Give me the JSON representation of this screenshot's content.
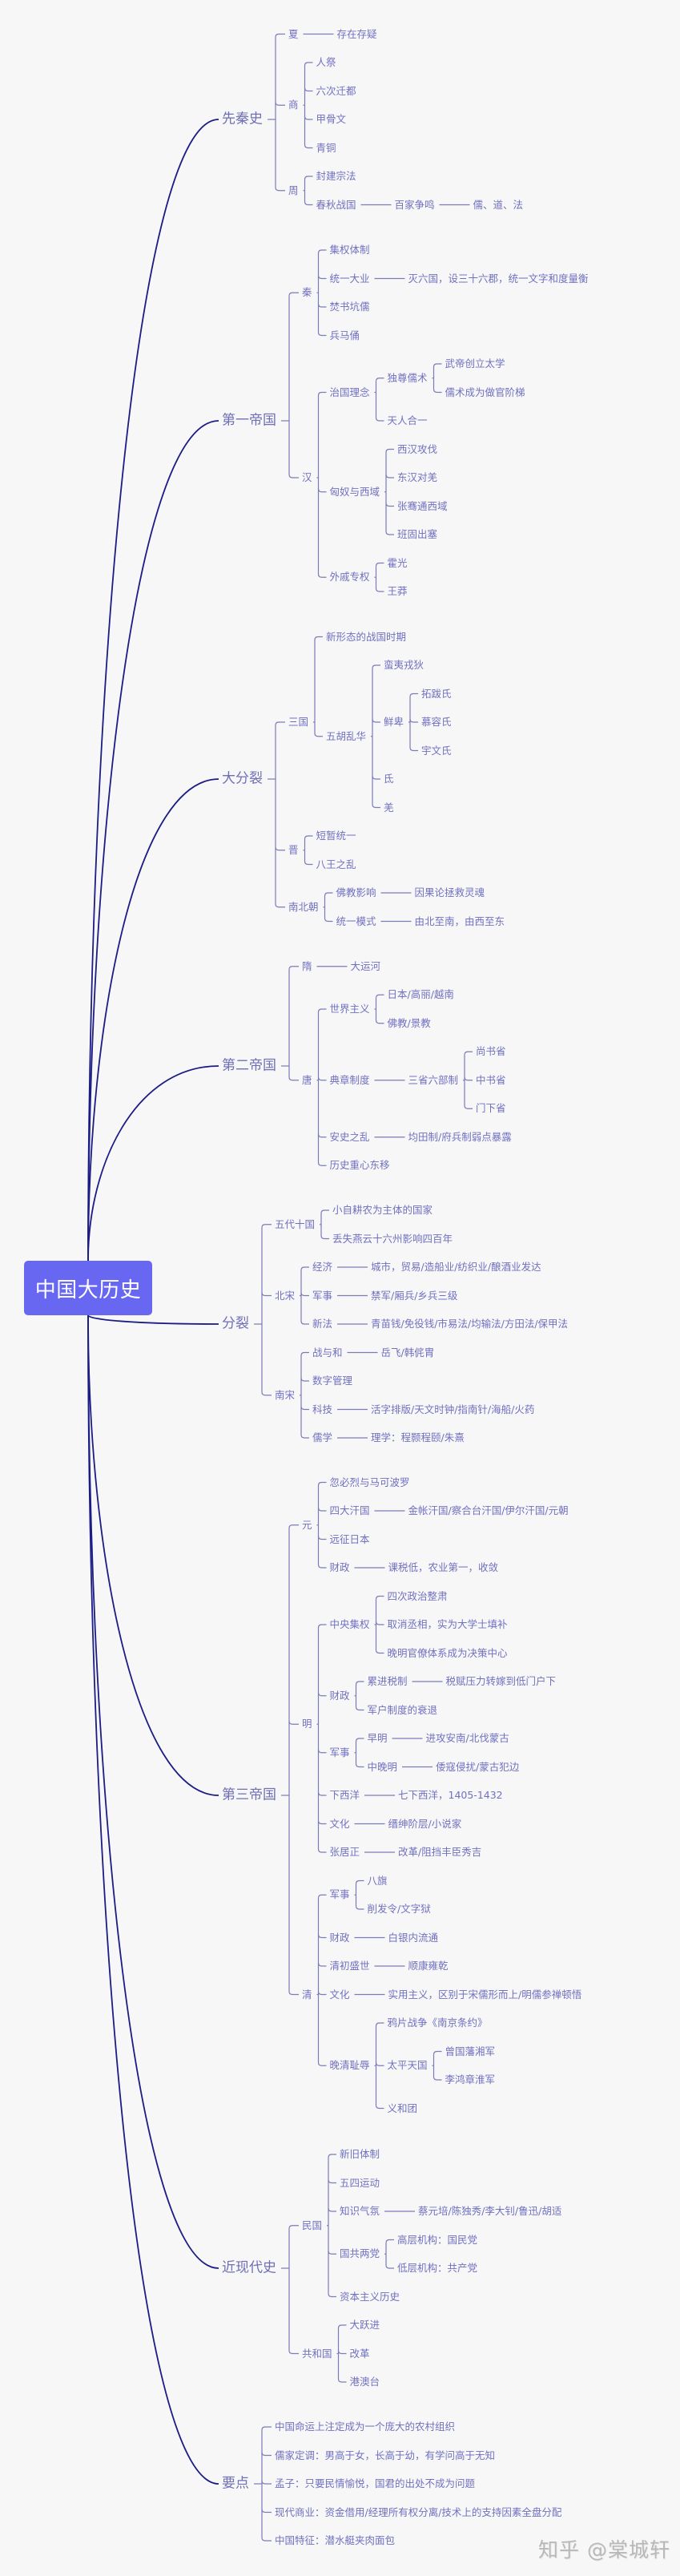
{
  "title": "中国大历史",
  "watermark": "知乎 @棠城轩",
  "colors": {
    "root_bg": "#6767f2",
    "main_line": "#1c1c85",
    "branch_line": "#7b7bb8",
    "text": "#7070c0",
    "background": "#f7f7f8"
  },
  "branches": [
    {
      "label": "先秦史",
      "children": [
        {
          "label": "夏",
          "children": [
            {
              "label": "存在存疑"
            }
          ]
        },
        {
          "label": "商",
          "children": [
            {
              "label": "人祭"
            },
            {
              "label": "六次迁都"
            },
            {
              "label": "甲骨文"
            },
            {
              "label": "青铜"
            }
          ]
        },
        {
          "label": "周",
          "children": [
            {
              "label": "封建宗法"
            },
            {
              "label": "春秋战国",
              "children": [
                {
                  "label": "百家争鸣",
                  "children": [
                    {
                      "label": "儒、道、法"
                    }
                  ]
                }
              ]
            }
          ]
        }
      ]
    },
    {
      "label": "第一帝国",
      "children": [
        {
          "label": "秦",
          "children": [
            {
              "label": "集权体制"
            },
            {
              "label": "统一大业",
              "children": [
                {
                  "label": "灭六国，设三十六郡，统一文字和度量衡"
                }
              ]
            },
            {
              "label": "焚书坑儒"
            },
            {
              "label": "兵马俑"
            }
          ]
        },
        {
          "label": "汉",
          "children": [
            {
              "label": "治国理念",
              "children": [
                {
                  "label": "独尊儒术",
                  "children": [
                    {
                      "label": "武帝创立太学"
                    },
                    {
                      "label": "儒术成为做官阶梯"
                    }
                  ]
                },
                {
                  "label": "天人合一"
                }
              ]
            },
            {
              "label": "匈奴与西域",
              "children": [
                {
                  "label": "西汉攻伐"
                },
                {
                  "label": "东汉对羌"
                },
                {
                  "label": "张骞通西域"
                },
                {
                  "label": "班固出塞"
                }
              ]
            },
            {
              "label": "外戚专权",
              "children": [
                {
                  "label": "霍光"
                },
                {
                  "label": "王莽"
                }
              ]
            }
          ]
        }
      ]
    },
    {
      "label": "大分裂",
      "children": [
        {
          "label": "三国",
          "children": [
            {
              "label": "新形态的战国时期"
            },
            {
              "label": "五胡乱华",
              "children": [
                {
                  "label": "蛮夷戎狄"
                },
                {
                  "label": "鲜卑",
                  "children": [
                    {
                      "label": "拓跋氏"
                    },
                    {
                      "label": "慕容氏"
                    },
                    {
                      "label": "宇文氏"
                    }
                  ]
                },
                {
                  "label": "氐"
                },
                {
                  "label": "羌"
                }
              ]
            }
          ]
        },
        {
          "label": "晋",
          "children": [
            {
              "label": "短暂统一"
            },
            {
              "label": "八王之乱"
            }
          ]
        },
        {
          "label": "南北朝",
          "children": [
            {
              "label": "佛教影响",
              "children": [
                {
                  "label": "因果论拯救灵魂"
                }
              ]
            },
            {
              "label": "统一模式",
              "children": [
                {
                  "label": "由北至南，由西至东"
                }
              ]
            }
          ]
        }
      ]
    },
    {
      "label": "第二帝国",
      "children": [
        {
          "label": "隋",
          "children": [
            {
              "label": "大运河"
            }
          ]
        },
        {
          "label": "唐",
          "children": [
            {
              "label": "世界主义",
              "children": [
                {
                  "label": "日本/高丽/越南"
                },
                {
                  "label": "佛教/景教"
                }
              ]
            },
            {
              "label": "典章制度",
              "children": [
                {
                  "label": "三省六部制",
                  "children": [
                    {
                      "label": "尚书省"
                    },
                    {
                      "label": "中书省"
                    },
                    {
                      "label": "门下省"
                    }
                  ]
                }
              ]
            },
            {
              "label": "安史之乱",
              "children": [
                {
                  "label": "均田制/府兵制弱点暴露"
                }
              ]
            },
            {
              "label": "历史重心东移"
            }
          ]
        }
      ]
    },
    {
      "label": "分裂",
      "children": [
        {
          "label": "五代十国",
          "children": [
            {
              "label": "小自耕农为主体的国家"
            },
            {
              "label": "丢失燕云十六州影响四百年"
            }
          ]
        },
        {
          "label": "北宋",
          "children": [
            {
              "label": "经济",
              "children": [
                {
                  "label": "城市，贸易/造船业/纺织业/酿酒业发达"
                }
              ]
            },
            {
              "label": "军事",
              "children": [
                {
                  "label": "禁军/厢兵/乡兵三级"
                }
              ]
            },
            {
              "label": "新法",
              "children": [
                {
                  "label": "青苗钱/免役钱/市易法/均输法/方田法/保甲法"
                }
              ]
            }
          ]
        },
        {
          "label": "南宋",
          "children": [
            {
              "label": "战与和",
              "children": [
                {
                  "label": "岳飞/韩侂胄"
                }
              ]
            },
            {
              "label": "数字管理"
            },
            {
              "label": "科技",
              "children": [
                {
                  "label": "活字排版/天文时钟/指南针/海船/火药"
                }
              ]
            },
            {
              "label": "儒学",
              "children": [
                {
                  "label": "理学：程颢程颐/朱熹"
                }
              ]
            }
          ]
        }
      ]
    },
    {
      "label": "第三帝国",
      "children": [
        {
          "label": "元",
          "children": [
            {
              "label": "忽必烈与马可波罗"
            },
            {
              "label": "四大汗国",
              "children": [
                {
                  "label": "金帐汗国/察合台汗国/伊尔汗国/元朝"
                }
              ]
            },
            {
              "label": "远征日本"
            },
            {
              "label": "财政",
              "children": [
                {
                  "label": "课税低，农业第一，收敛"
                }
              ]
            }
          ]
        },
        {
          "label": "明",
          "children": [
            {
              "label": "中央集权",
              "children": [
                {
                  "label": "四次政治整肃"
                },
                {
                  "label": "取消丞相，实为大学士填补"
                },
                {
                  "label": "晚明官僚体系成为决策中心"
                }
              ]
            },
            {
              "label": "财政",
              "children": [
                {
                  "label": "累进税制",
                  "children": [
                    {
                      "label": "税赋压力转嫁到低门户下"
                    }
                  ]
                },
                {
                  "label": "军户制度的衰退"
                }
              ]
            },
            {
              "label": "军事",
              "children": [
                {
                  "label": "早明",
                  "children": [
                    {
                      "label": "进攻安南/北伐蒙古"
                    }
                  ]
                },
                {
                  "label": "中晚明",
                  "children": [
                    {
                      "label": "倭寇侵扰/蒙古犯边"
                    }
                  ]
                }
              ]
            },
            {
              "label": "下西洋",
              "children": [
                {
                  "label": "七下西洋，1405-1432"
                }
              ]
            },
            {
              "label": "文化",
              "children": [
                {
                  "label": "缙绅阶层/小说家"
                }
              ]
            },
            {
              "label": "张居正",
              "children": [
                {
                  "label": "改革/阻挡丰臣秀吉"
                }
              ]
            }
          ]
        },
        {
          "label": "清",
          "children": [
            {
              "label": "军事",
              "children": [
                {
                  "label": "八旗"
                },
                {
                  "label": "削发令/文字狱"
                }
              ]
            },
            {
              "label": "财政",
              "children": [
                {
                  "label": "白银内流通"
                }
              ]
            },
            {
              "label": "清初盛世",
              "children": [
                {
                  "label": "顺康雍乾"
                }
              ]
            },
            {
              "label": "文化",
              "children": [
                {
                  "label": "实用主义，区别于宋儒形而上/明儒参禅顿悟"
                }
              ]
            },
            {
              "label": "晚清耻辱",
              "children": [
                {
                  "label": "鸦片战争《南京条约》"
                },
                {
                  "label": "太平天国",
                  "children": [
                    {
                      "label": "曾国藩湘军"
                    },
                    {
                      "label": "李鸿章淮军"
                    }
                  ]
                },
                {
                  "label": "义和团"
                }
              ]
            }
          ]
        }
      ]
    },
    {
      "label": "近现代史",
      "children": [
        {
          "label": "民国",
          "children": [
            {
              "label": "新旧体制"
            },
            {
              "label": "五四运动"
            },
            {
              "label": "知识气氛",
              "children": [
                {
                  "label": "蔡元培/陈独秀/李大钊/鲁迅/胡适"
                }
              ]
            },
            {
              "label": "国共两党",
              "children": [
                {
                  "label": "高层机构：国民党"
                },
                {
                  "label": "低层机构：共产党"
                }
              ]
            },
            {
              "label": "资本主义历史"
            }
          ]
        },
        {
          "label": "共和国",
          "children": [
            {
              "label": "大跃进"
            },
            {
              "label": "改革"
            },
            {
              "label": "港澳台"
            }
          ]
        }
      ]
    },
    {
      "label": "要点",
      "children": [
        {
          "label": "中国命运上注定成为一个庞大的农村组织"
        },
        {
          "label": "儒家定调：男高于女，长高于幼，有学问高于无知"
        },
        {
          "label": "孟子：只要民情愉悦，国君的出处不成为问题"
        },
        {
          "label": "现代商业：资金借用/经理所有权分离/技术上的支持因素全盘分配"
        },
        {
          "label": "中国特征：潜水艇夹肉面包"
        }
      ]
    }
  ]
}
